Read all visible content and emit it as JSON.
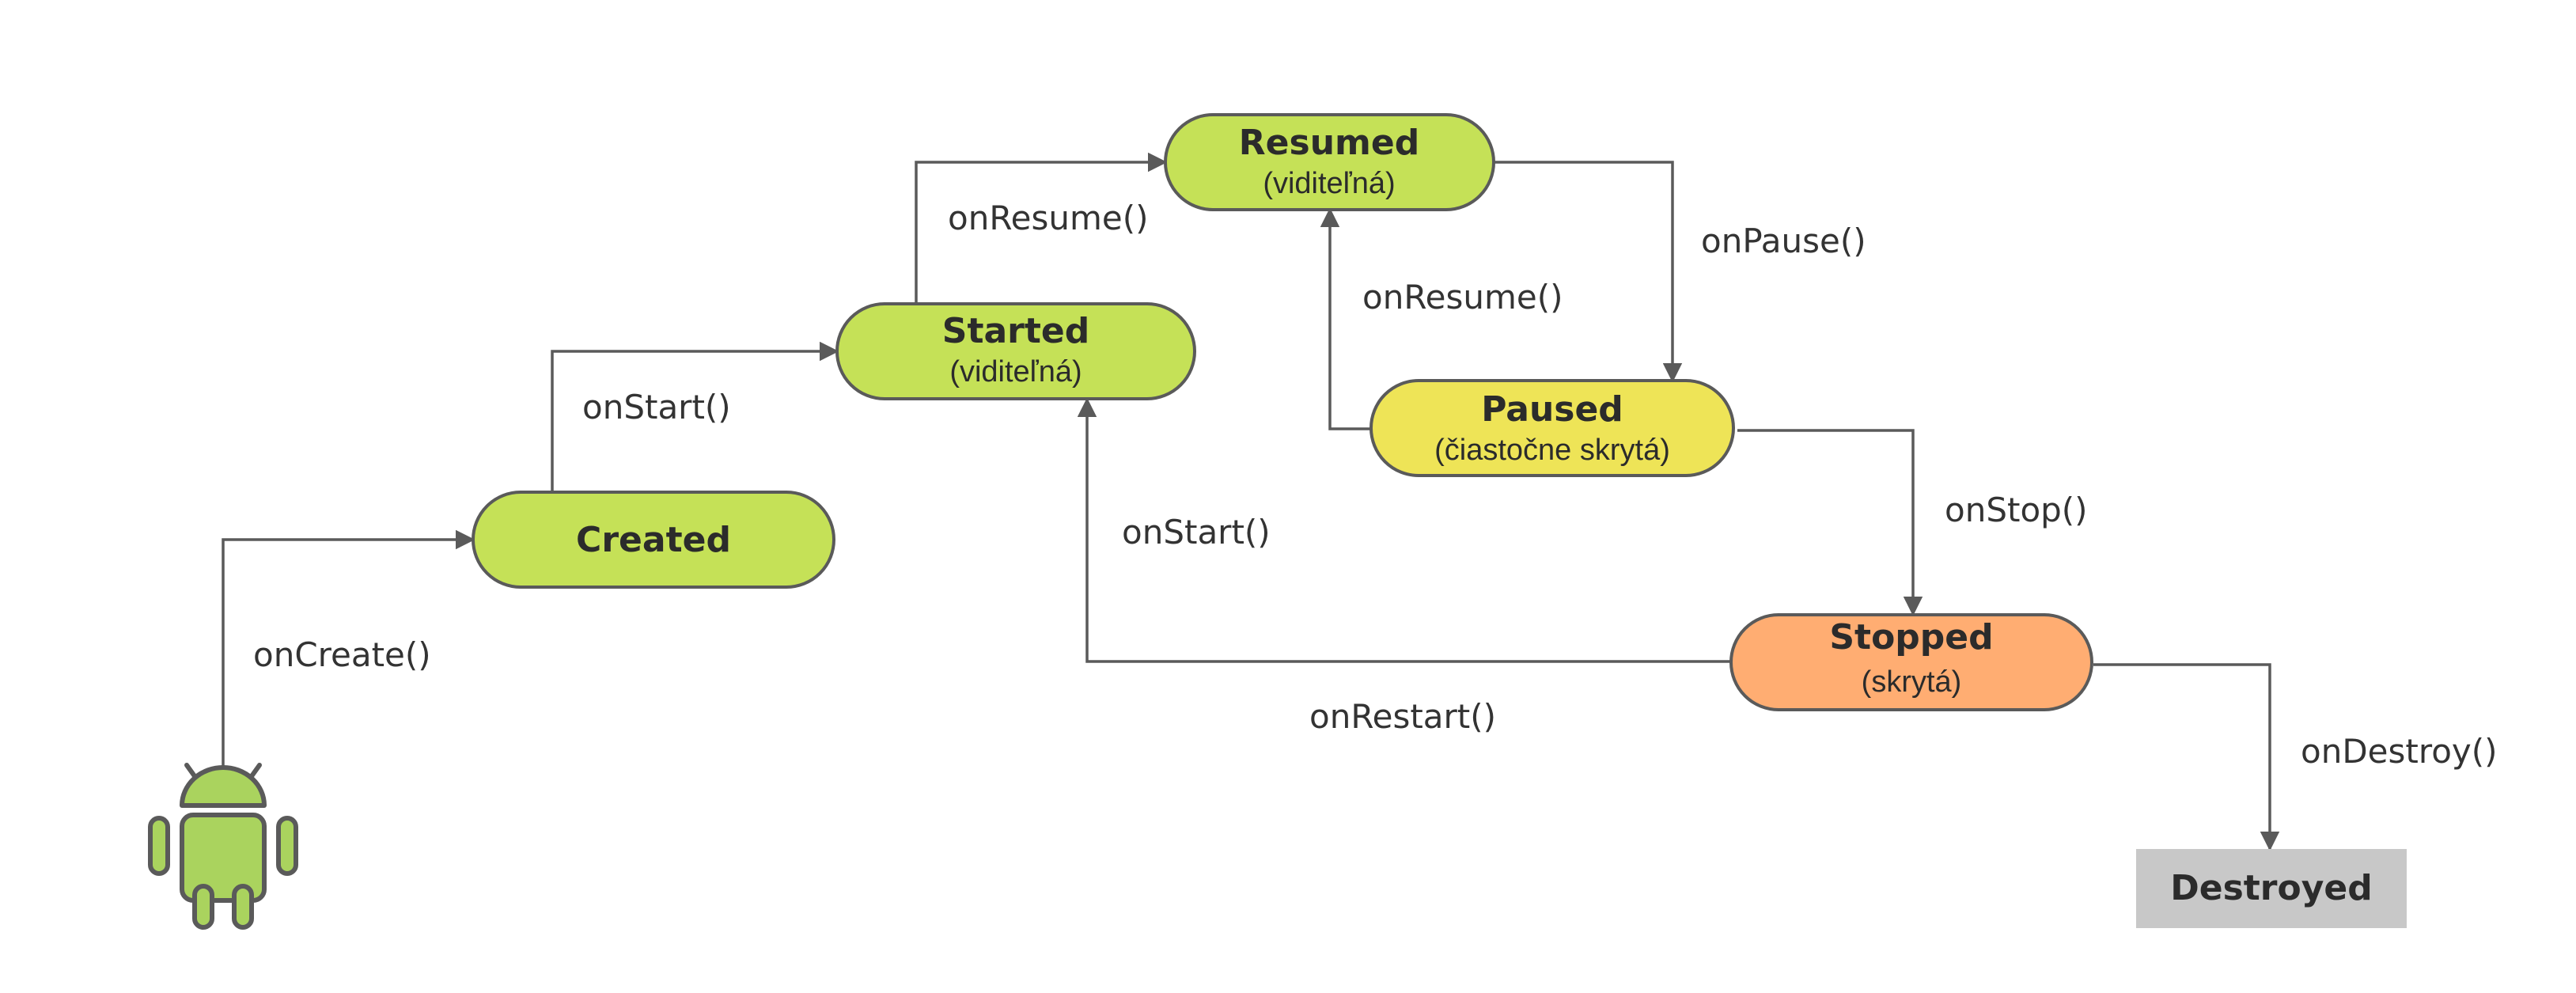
{
  "states": {
    "created": {
      "title": "Created",
      "subtitle": ""
    },
    "started": {
      "title": "Started",
      "subtitle": "(viditeľná)"
    },
    "resumed": {
      "title": "Resumed",
      "subtitle": "(viditeľná)"
    },
    "paused": {
      "title": "Paused",
      "subtitle": "(čiastočne skrytá)"
    },
    "stopped": {
      "title": "Stopped",
      "subtitle": "(skrytá)"
    },
    "destroyed": {
      "title": "Destroyed",
      "subtitle": ""
    }
  },
  "transitions": {
    "on_create": "onCreate()",
    "on_start_1": "onStart()",
    "on_resume_1": "onResume()",
    "on_pause": "onPause()",
    "on_resume_2": "onResume()",
    "on_stop": "onStop()",
    "on_start_2": "onStart()",
    "on_restart": "onRestart()",
    "on_destroy": "onDestroy()"
  },
  "colors": {
    "green_state": "#c5e157",
    "yellow_state": "#eee457",
    "orange_state": "#ffad72",
    "gray_state": "#c8c8c8",
    "android_green": "#aad35e",
    "outline": "#5a5a5a"
  },
  "icons": {
    "start": "android-robot-icon"
  }
}
